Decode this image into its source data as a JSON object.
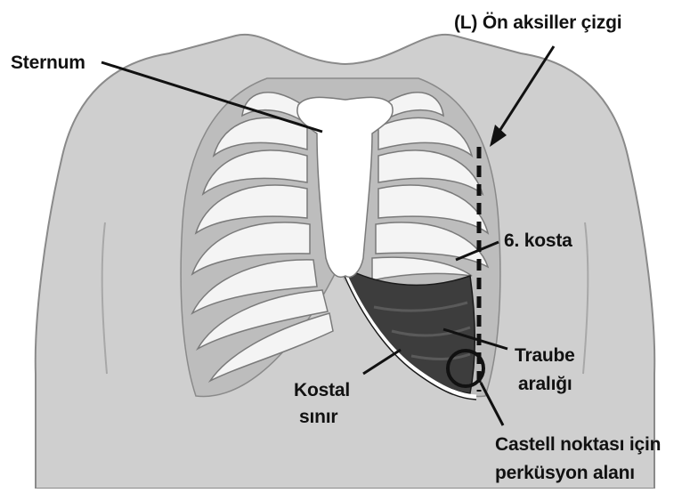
{
  "labels": {
    "sternum": "Sternum",
    "anterior_axillary_line": "(L) Ön aksiller çizgi",
    "sixth_rib": "6. kosta",
    "traube_line1": "Traube",
    "traube_line2": "aralığı",
    "costal_line1": "Kostal",
    "costal_line2": "sınır",
    "castell_line1": "Castell noktası için",
    "castell_line2": "perküsyon alanı"
  },
  "colors": {
    "skin": "#cfcfcf",
    "skin_outline": "#8a8a8a",
    "rib_fill": "#f4f4f4",
    "rib_outline": "#7a7a7a",
    "traube_space": "#3d3d3d",
    "ink": "#111111"
  }
}
